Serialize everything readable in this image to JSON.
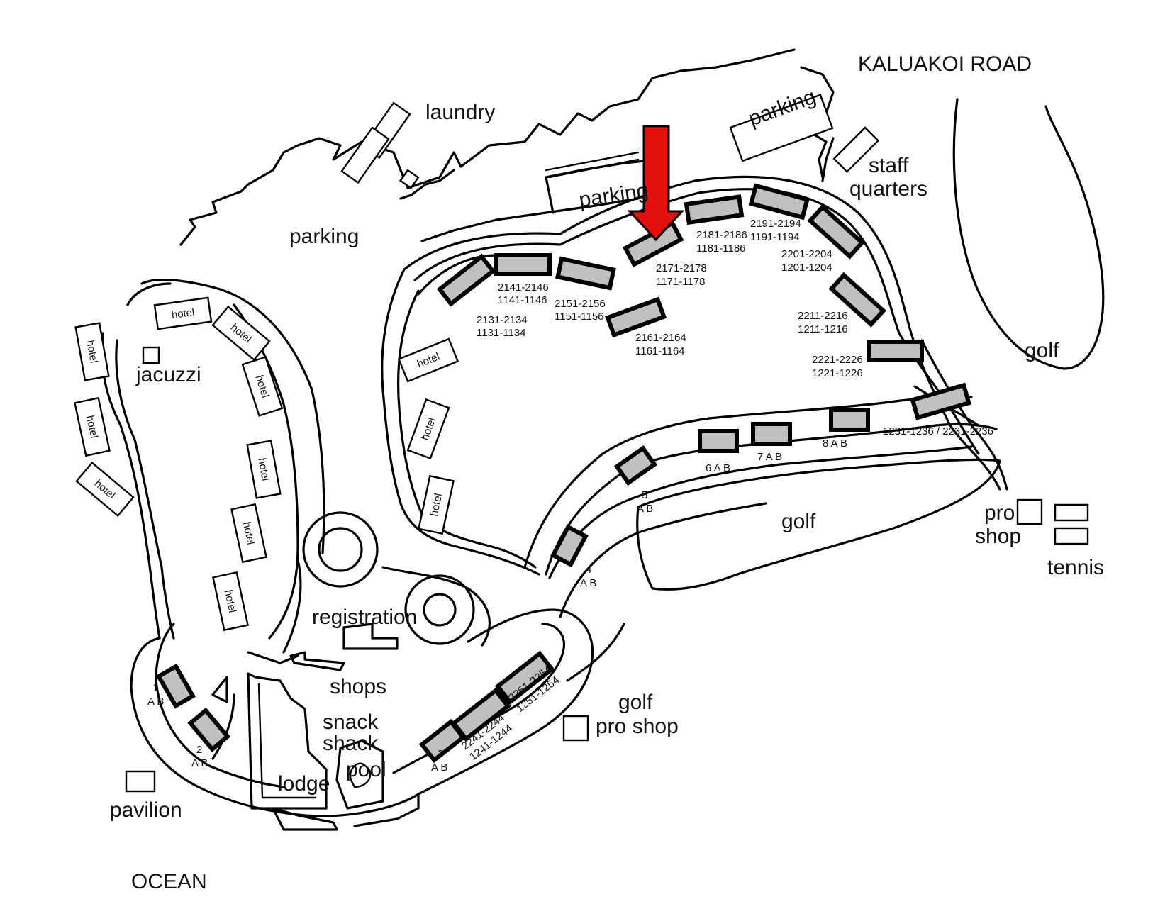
{
  "map": {
    "road_name": "KALUAKOI ROAD",
    "ocean": "OCEAN",
    "facilities": {
      "laundry": "laundry",
      "parking_top_right": "parking",
      "parking_center": "parking",
      "parking_left": "parking",
      "staff": "staff",
      "quarters": "quarters",
      "golf_right": "golf",
      "golf_center": "golf",
      "golf_pro_shop_1": "golf",
      "golf_pro_shop_2": "pro shop",
      "pro": "pro",
      "shop": "shop",
      "tennis": "tennis",
      "jacuzzi": "jacuzzi",
      "registration": "registration",
      "shops": "shops",
      "snack": "snack",
      "shack": "shack",
      "lodge": "lodge",
      "pool": "pool",
      "pavilion": "pavilion"
    },
    "hotel_label": "hotel",
    "units": {
      "u2141a": "2141-2146",
      "u2141b": "1141-1146",
      "u2131a": "2131-2134",
      "u2131b": "1131-1134",
      "u2151a": "2151-2156",
      "u2151b": "1151-1156",
      "u2161a": "2161-2164",
      "u2161b": "1161-1164",
      "u2171a": "2171-2178",
      "u2171b": "1171-1178",
      "u2181a": "2181-2186",
      "u2181b": "1181-1186",
      "u2191a": "2191-2194",
      "u2191b": "1191-1194",
      "u2201a": "2201-2204",
      "u2201b": "1201-1204",
      "u2211a": "2211-2216",
      "u2211b": "1211-1216",
      "u2221a": "2221-2226",
      "u2221b": "1221-1226",
      "u1231": "1231-1236 / 2231-2236",
      "u8": "8 A B",
      "u7": "7 A B",
      "u6": "6 A B",
      "u5a": "5",
      "u5b": "A B",
      "u4a": "4",
      "u4b": "A B",
      "u3a": "3",
      "u3b": "A B",
      "u2a": "2",
      "u2b": "A B",
      "u1a": "1",
      "u1b": "A B",
      "u2241a": "2241-2244",
      "u2241b": "1241-1244",
      "u2251a": "2251-2254",
      "u2251b": "1251-1254"
    },
    "colors": {
      "highlight_arrow": "#e31010",
      "unit_fill": "#c0c0c0"
    }
  }
}
